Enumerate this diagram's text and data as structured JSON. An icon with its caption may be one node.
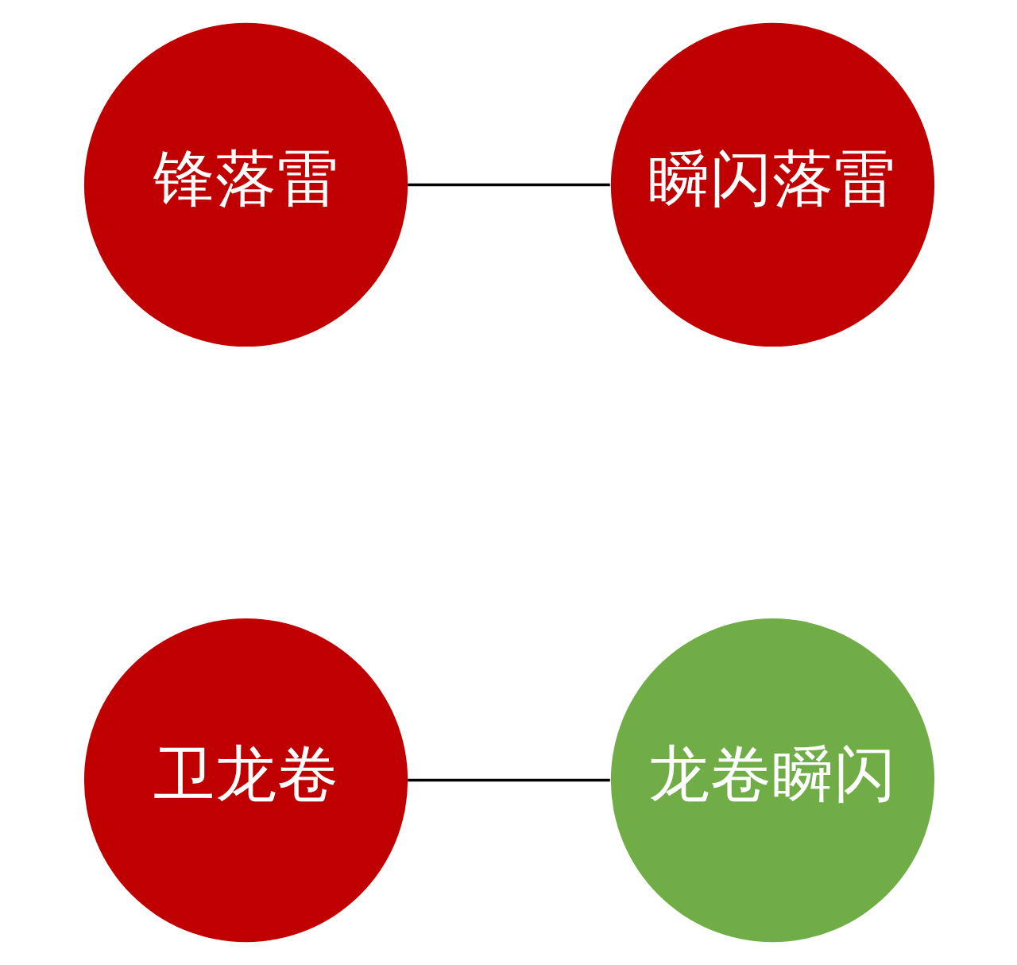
{
  "diagram": {
    "nodes": [
      {
        "text": [
          "卫龙卷"
        ]
      },
      {
        "text": [
          "龙卷瞬闪"
        ]
      },
      {
        "text": [
          "锋落雷"
        ]
      },
      {
        "text": [
          "瞬闪落雷"
        ]
      }
    ],
    "edges": [
      {
        "from": 0,
        "to": 1,
        "arrow": "none"
      },
      {
        "from": 2,
        "to": 3,
        "arrow": "none"
      }
    ]
  }
}
